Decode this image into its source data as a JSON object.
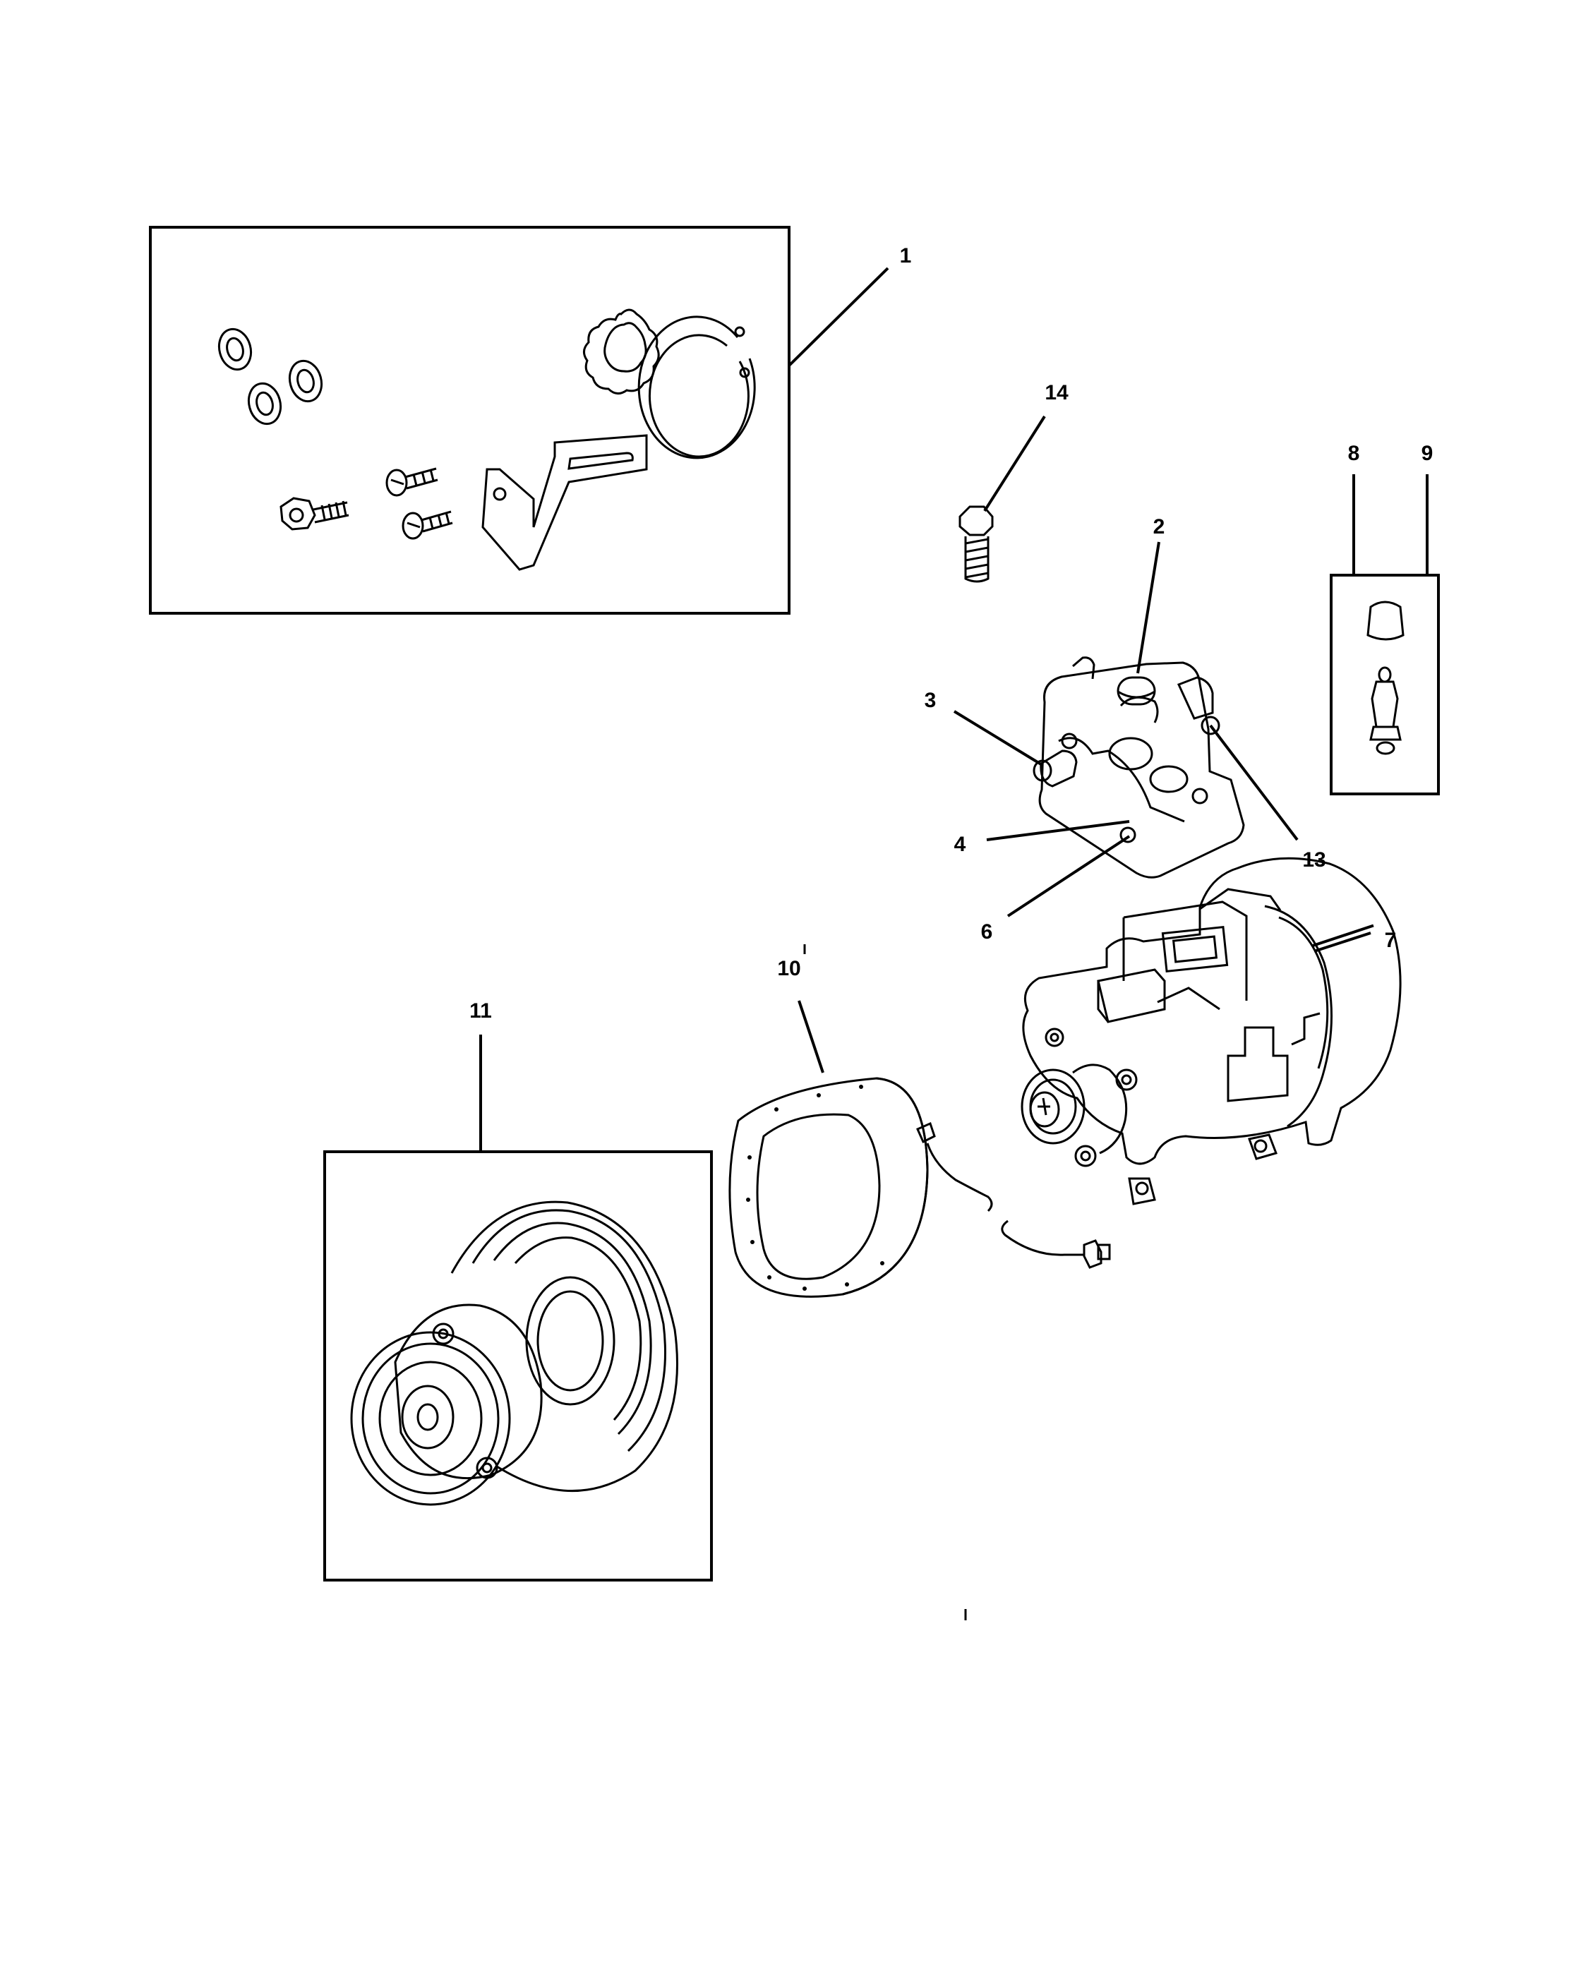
{
  "callouts": [
    {
      "id": "c1",
      "label": "1"
    },
    {
      "id": "c2",
      "label": "2"
    },
    {
      "id": "c3",
      "label": "3"
    },
    {
      "id": "c4",
      "label": "4"
    },
    {
      "id": "c6",
      "label": "6"
    },
    {
      "id": "c7",
      "label": "7"
    },
    {
      "id": "c8",
      "label": "8"
    },
    {
      "id": "c9",
      "label": "9"
    },
    {
      "id": "c10",
      "label": "10"
    },
    {
      "id": "c11",
      "label": "11"
    },
    {
      "id": "c13",
      "label": "13"
    },
    {
      "id": "c14",
      "label": "14"
    }
  ]
}
